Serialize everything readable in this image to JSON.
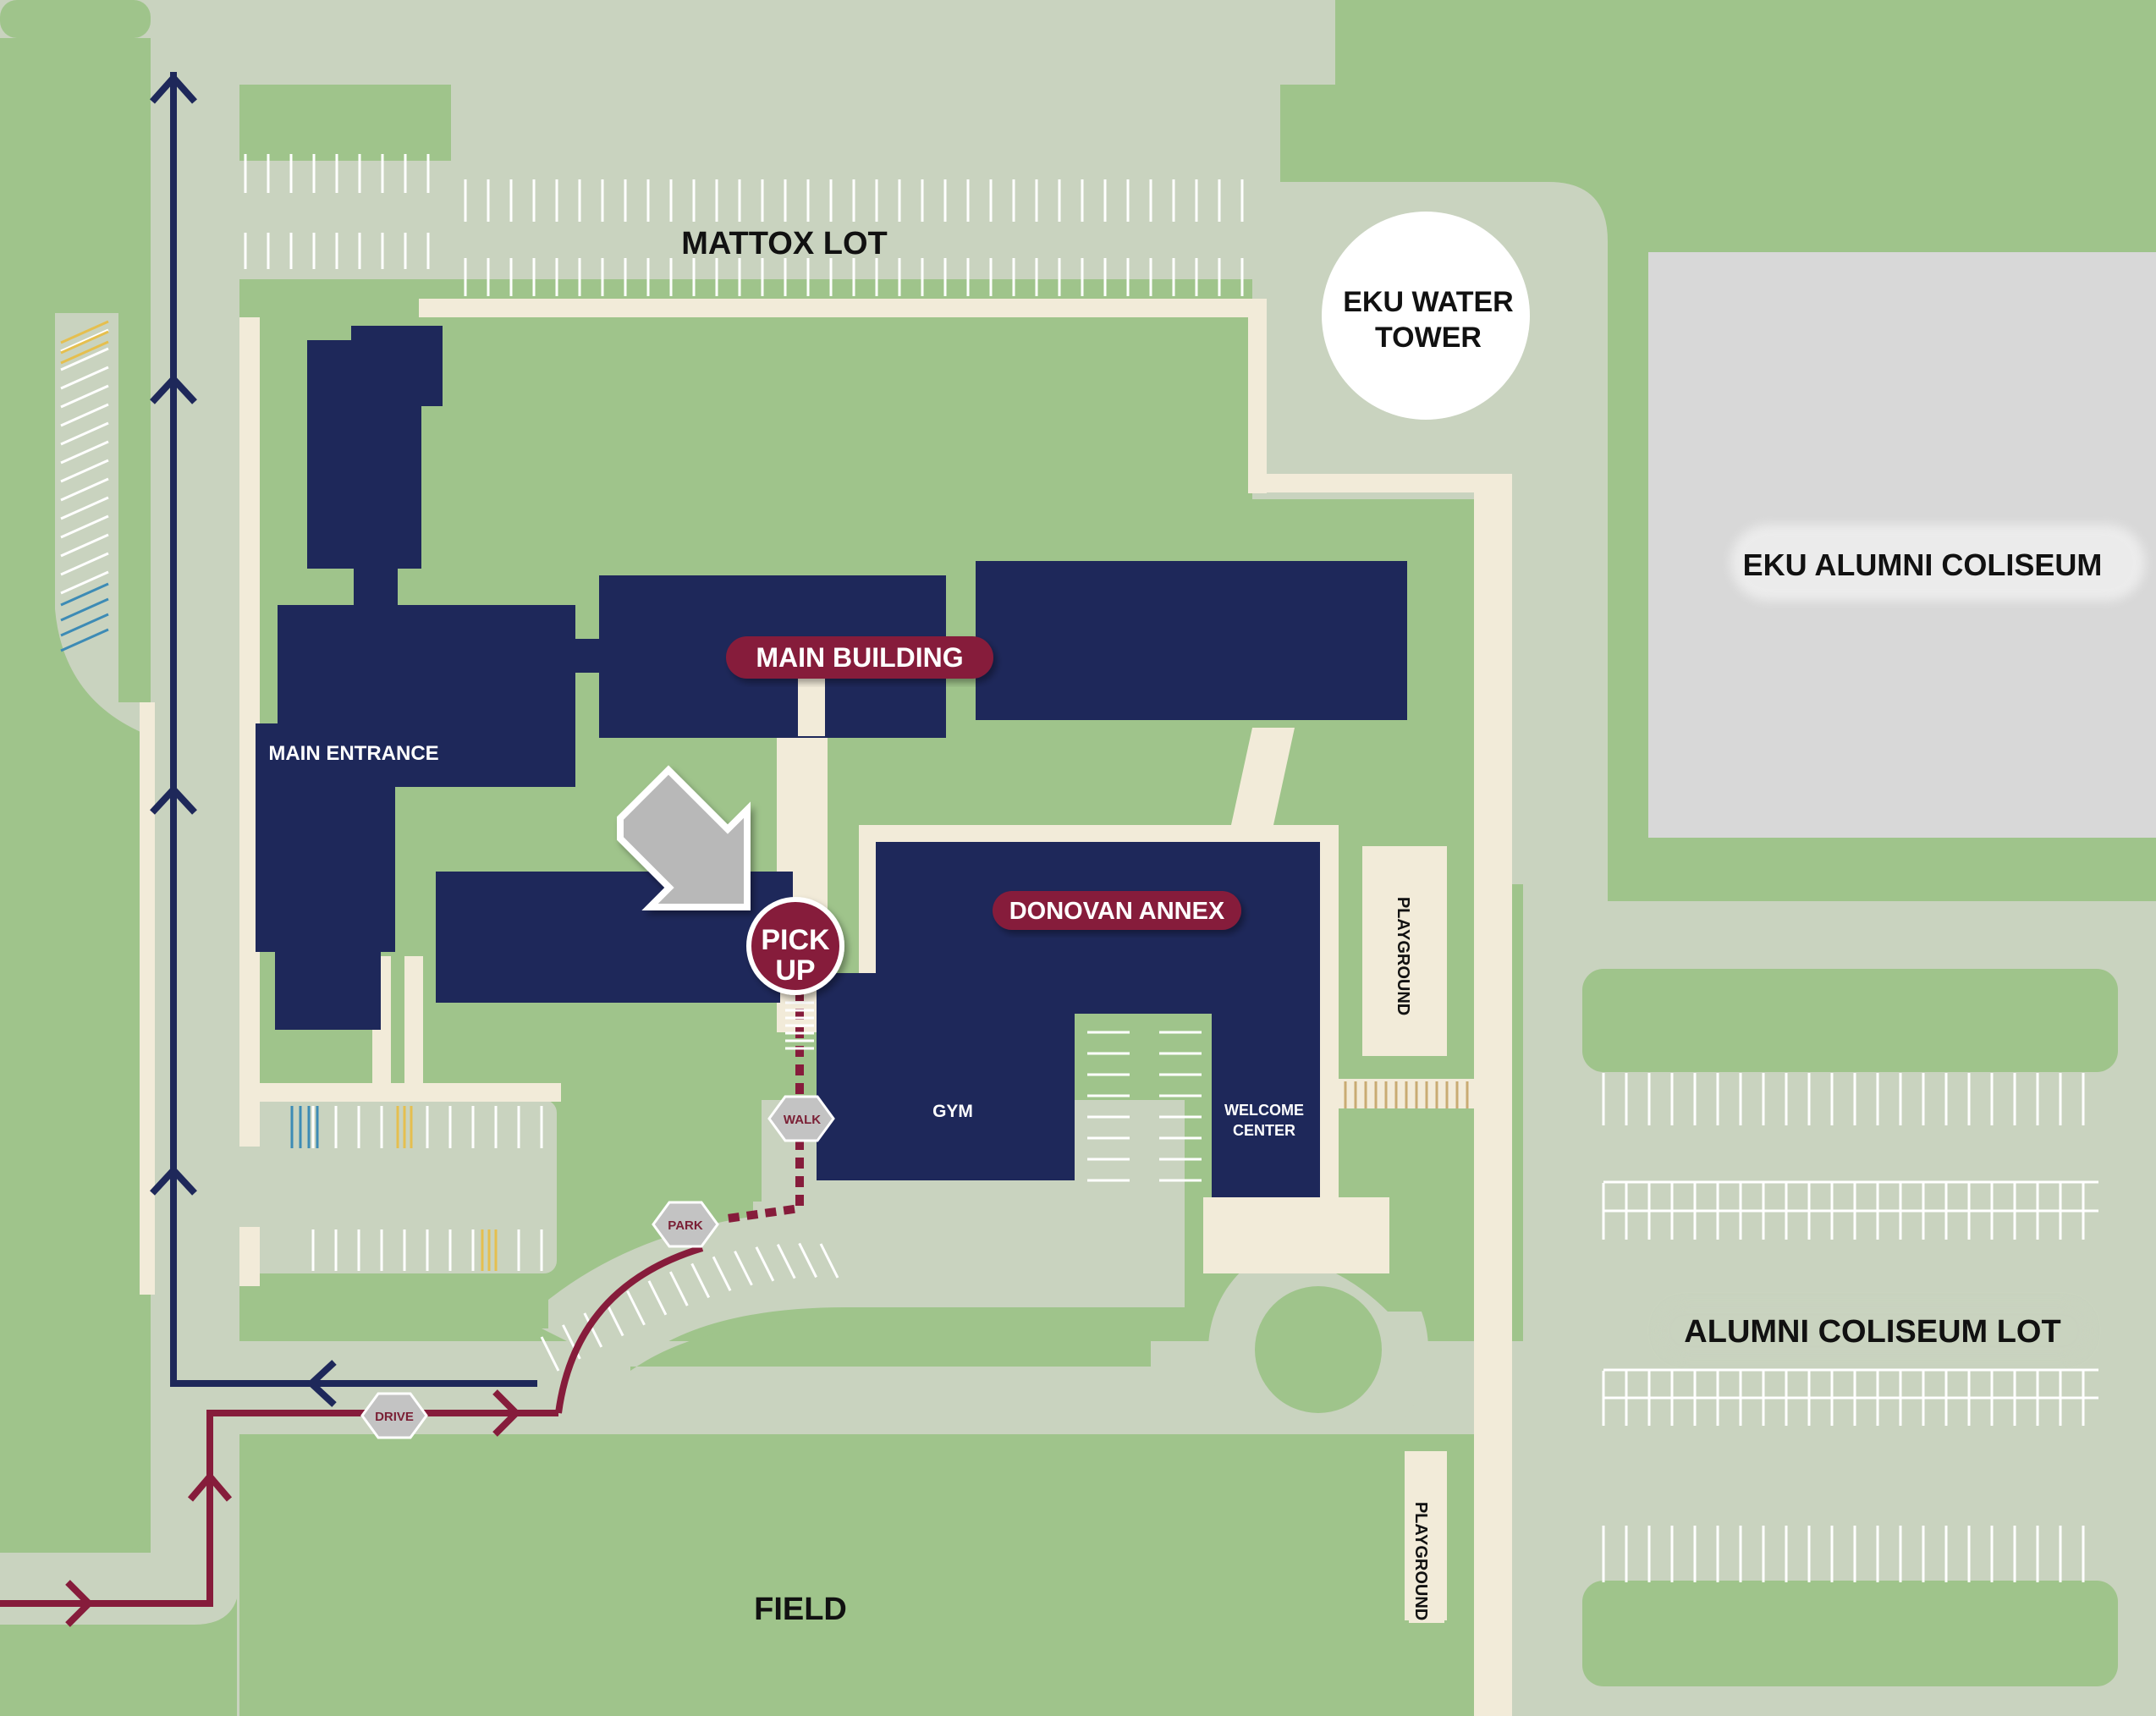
{
  "colors": {
    "grass": "#9fc48b",
    "pavement": "#c9d3bf",
    "walkway": "#f2ebd9",
    "building": "#1e285a",
    "coliseum": "#d8d8d8",
    "maroon": "#861c3b",
    "navy_route": "#1e285a",
    "marker_gray": "#b8b8b8",
    "stripe_white": "#ffffff",
    "stripe_yellow": "#e5bf4f",
    "stripe_blue": "#3d8bb5"
  },
  "labels": {
    "mattox_lot": "MATTOX LOT",
    "water_tower_line1": "EKU WATER",
    "water_tower_line2": "TOWER",
    "coliseum": "EKU ALUMNI COLISEUM",
    "main_entrance": "MAIN ENTRANCE",
    "main_building": "MAIN BUILDING",
    "donovan_annex": "DONOVAN ANNEX",
    "pick_up_line1": "PICK",
    "pick_up_line2": "UP",
    "playground_top": "PLAYGROUND",
    "playground_bottom": "PLAYGROUND",
    "gym": "GYM",
    "welcome_center_line1": "WELCOME",
    "welcome_center_line2": "CENTER",
    "walk": "WALK",
    "park": "PARK",
    "drive": "DRIVE",
    "alumni_coliseum_lot": "ALUMNI COLISEUM LOT",
    "field": "FIELD"
  },
  "icons": {
    "pickup_pointer": "arrow-down-right-icon",
    "route_direction": "chevron-arrow-icon"
  }
}
